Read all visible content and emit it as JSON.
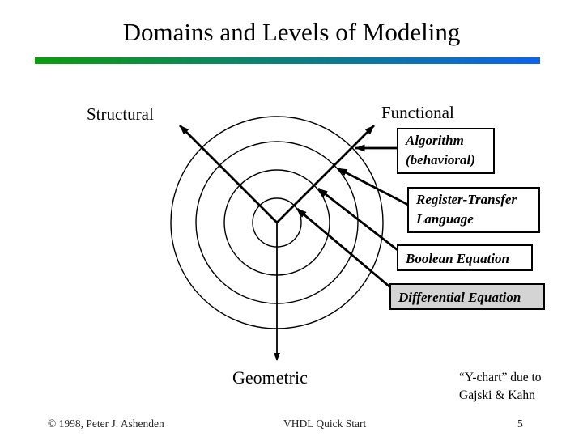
{
  "slide": {
    "title": "Domains and Levels of Modeling",
    "accent_gradient": {
      "from": "#0a9e0a",
      "to": "#0b64f0"
    }
  },
  "diagram": {
    "type": "y-chart",
    "axes": {
      "structural": "Structural",
      "functional": "Functional",
      "geometric": "Geometric"
    },
    "circle_count": 4,
    "levels": [
      {
        "lines": [
          "Algorithm",
          "(behavioral)"
        ],
        "highlighted": false,
        "points_to": "outer circle on functional axis"
      },
      {
        "lines": [
          "Register-Transfer",
          "Language"
        ],
        "highlighted": false,
        "points_to": "third circle on functional axis"
      },
      {
        "lines": [
          "Boolean Equation"
        ],
        "highlighted": false,
        "points_to": "second circle on functional axis"
      },
      {
        "lines": [
          "Differential Equation"
        ],
        "highlighted": true,
        "highlight_color": "#d4d4d4",
        "points_to": "inner circle on functional axis"
      }
    ],
    "note": {
      "line1": "“Y-chart” due to",
      "line2": "Gajski & Kahn"
    }
  },
  "footer": {
    "copyright": "© 1998, Peter J. Ashenden",
    "center": "VHDL Quick Start",
    "page_number": "5"
  }
}
